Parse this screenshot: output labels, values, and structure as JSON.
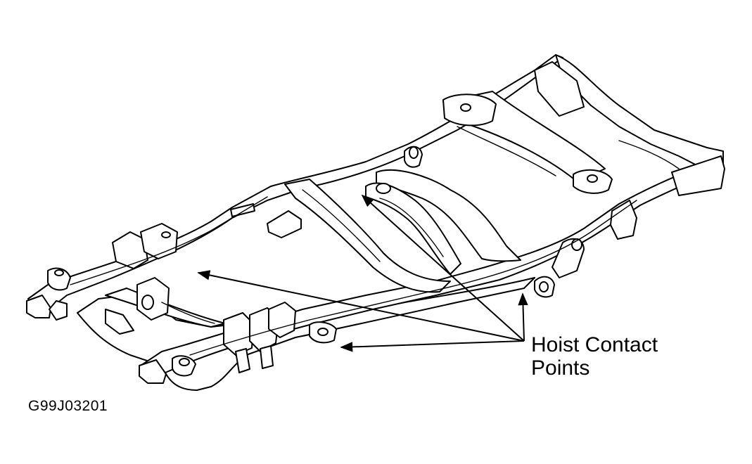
{
  "labels": {
    "callout_line1": "Hoist Contact",
    "callout_line2": "Points",
    "figure_id": "G99J03201"
  },
  "colors": {
    "line": "#000000",
    "background": "#ffffff"
  }
}
